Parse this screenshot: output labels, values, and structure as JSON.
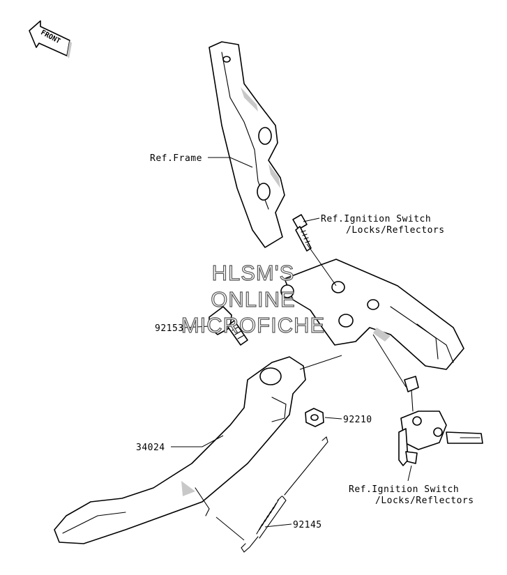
{
  "front_badge": {
    "text": "FRONT",
    "icon": "front-arrow-icon"
  },
  "labels": {
    "ref_frame": "Ref.Frame",
    "ref_ignition_top_line1": "Ref.Ignition Switch",
    "ref_ignition_top_line2": "/Locks/Reflectors",
    "part_92153": "92153",
    "part_92210": "92210",
    "part_34024": "34024",
    "part_92145": "92145",
    "ref_ignition_bottom_line1": "Ref.Ignition Switch",
    "ref_ignition_bottom_line2": "/Locks/Reflectors"
  },
  "watermark": {
    "line1": "HLSM'S",
    "line2": "ONLINE",
    "line3": "MICROFICHE"
  }
}
